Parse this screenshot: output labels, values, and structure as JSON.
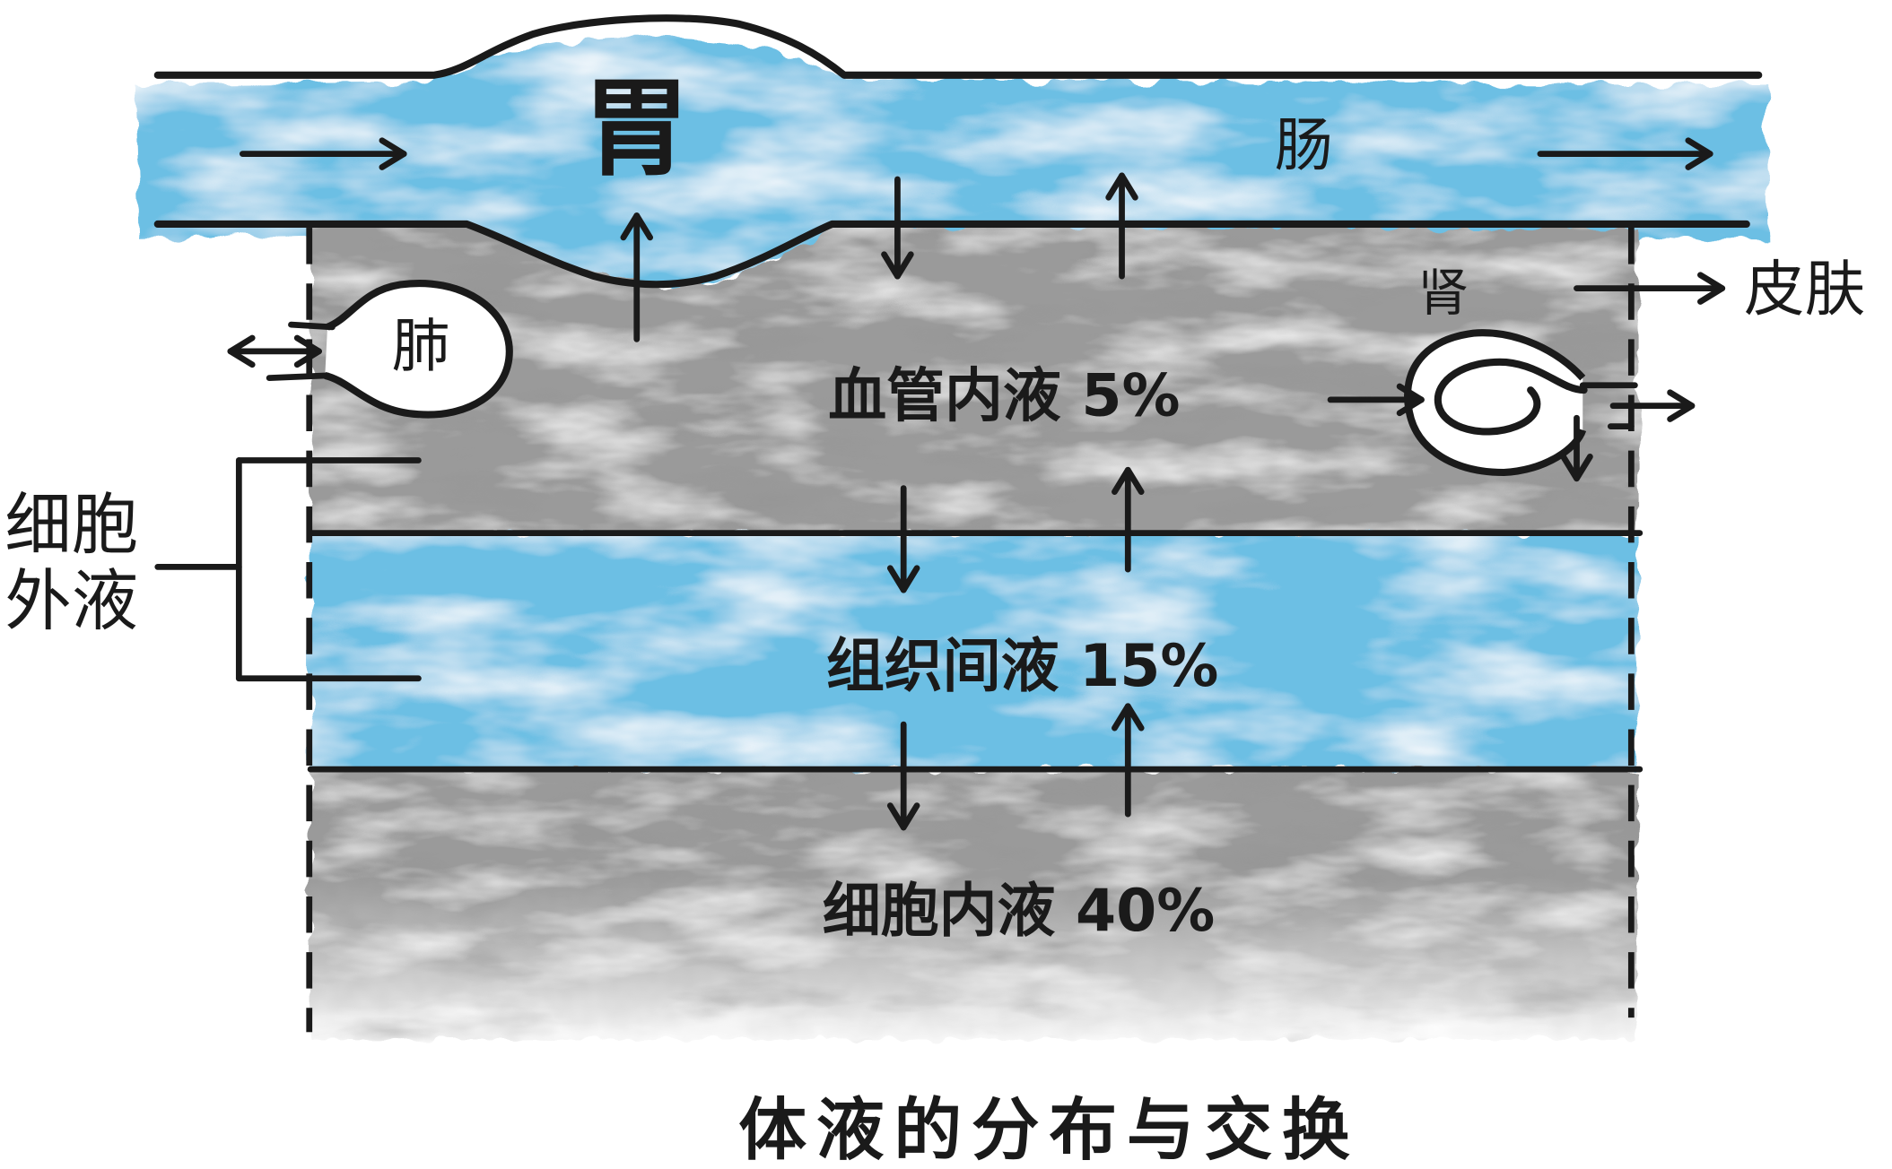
{
  "organs": {
    "stomach": "胃",
    "intestine": "肠",
    "lung": "肺",
    "kidney": "肾",
    "skin": "皮肤"
  },
  "compartments": {
    "plasma": {
      "name": "血管内液",
      "share": "5%"
    },
    "interstitial": {
      "name": "组织间液",
      "share": "15%"
    },
    "intracellular": {
      "name": "细胞内液",
      "share": "40%"
    }
  },
  "extracellular_bracket": {
    "line1": "细胞",
    "line2": "外液"
  },
  "caption": "体液的分布与交换",
  "colors": {
    "fluid_blue": "#6cbfe4",
    "tissue_gray": "#9a9a9a",
    "outline": "#1a1a1a"
  }
}
